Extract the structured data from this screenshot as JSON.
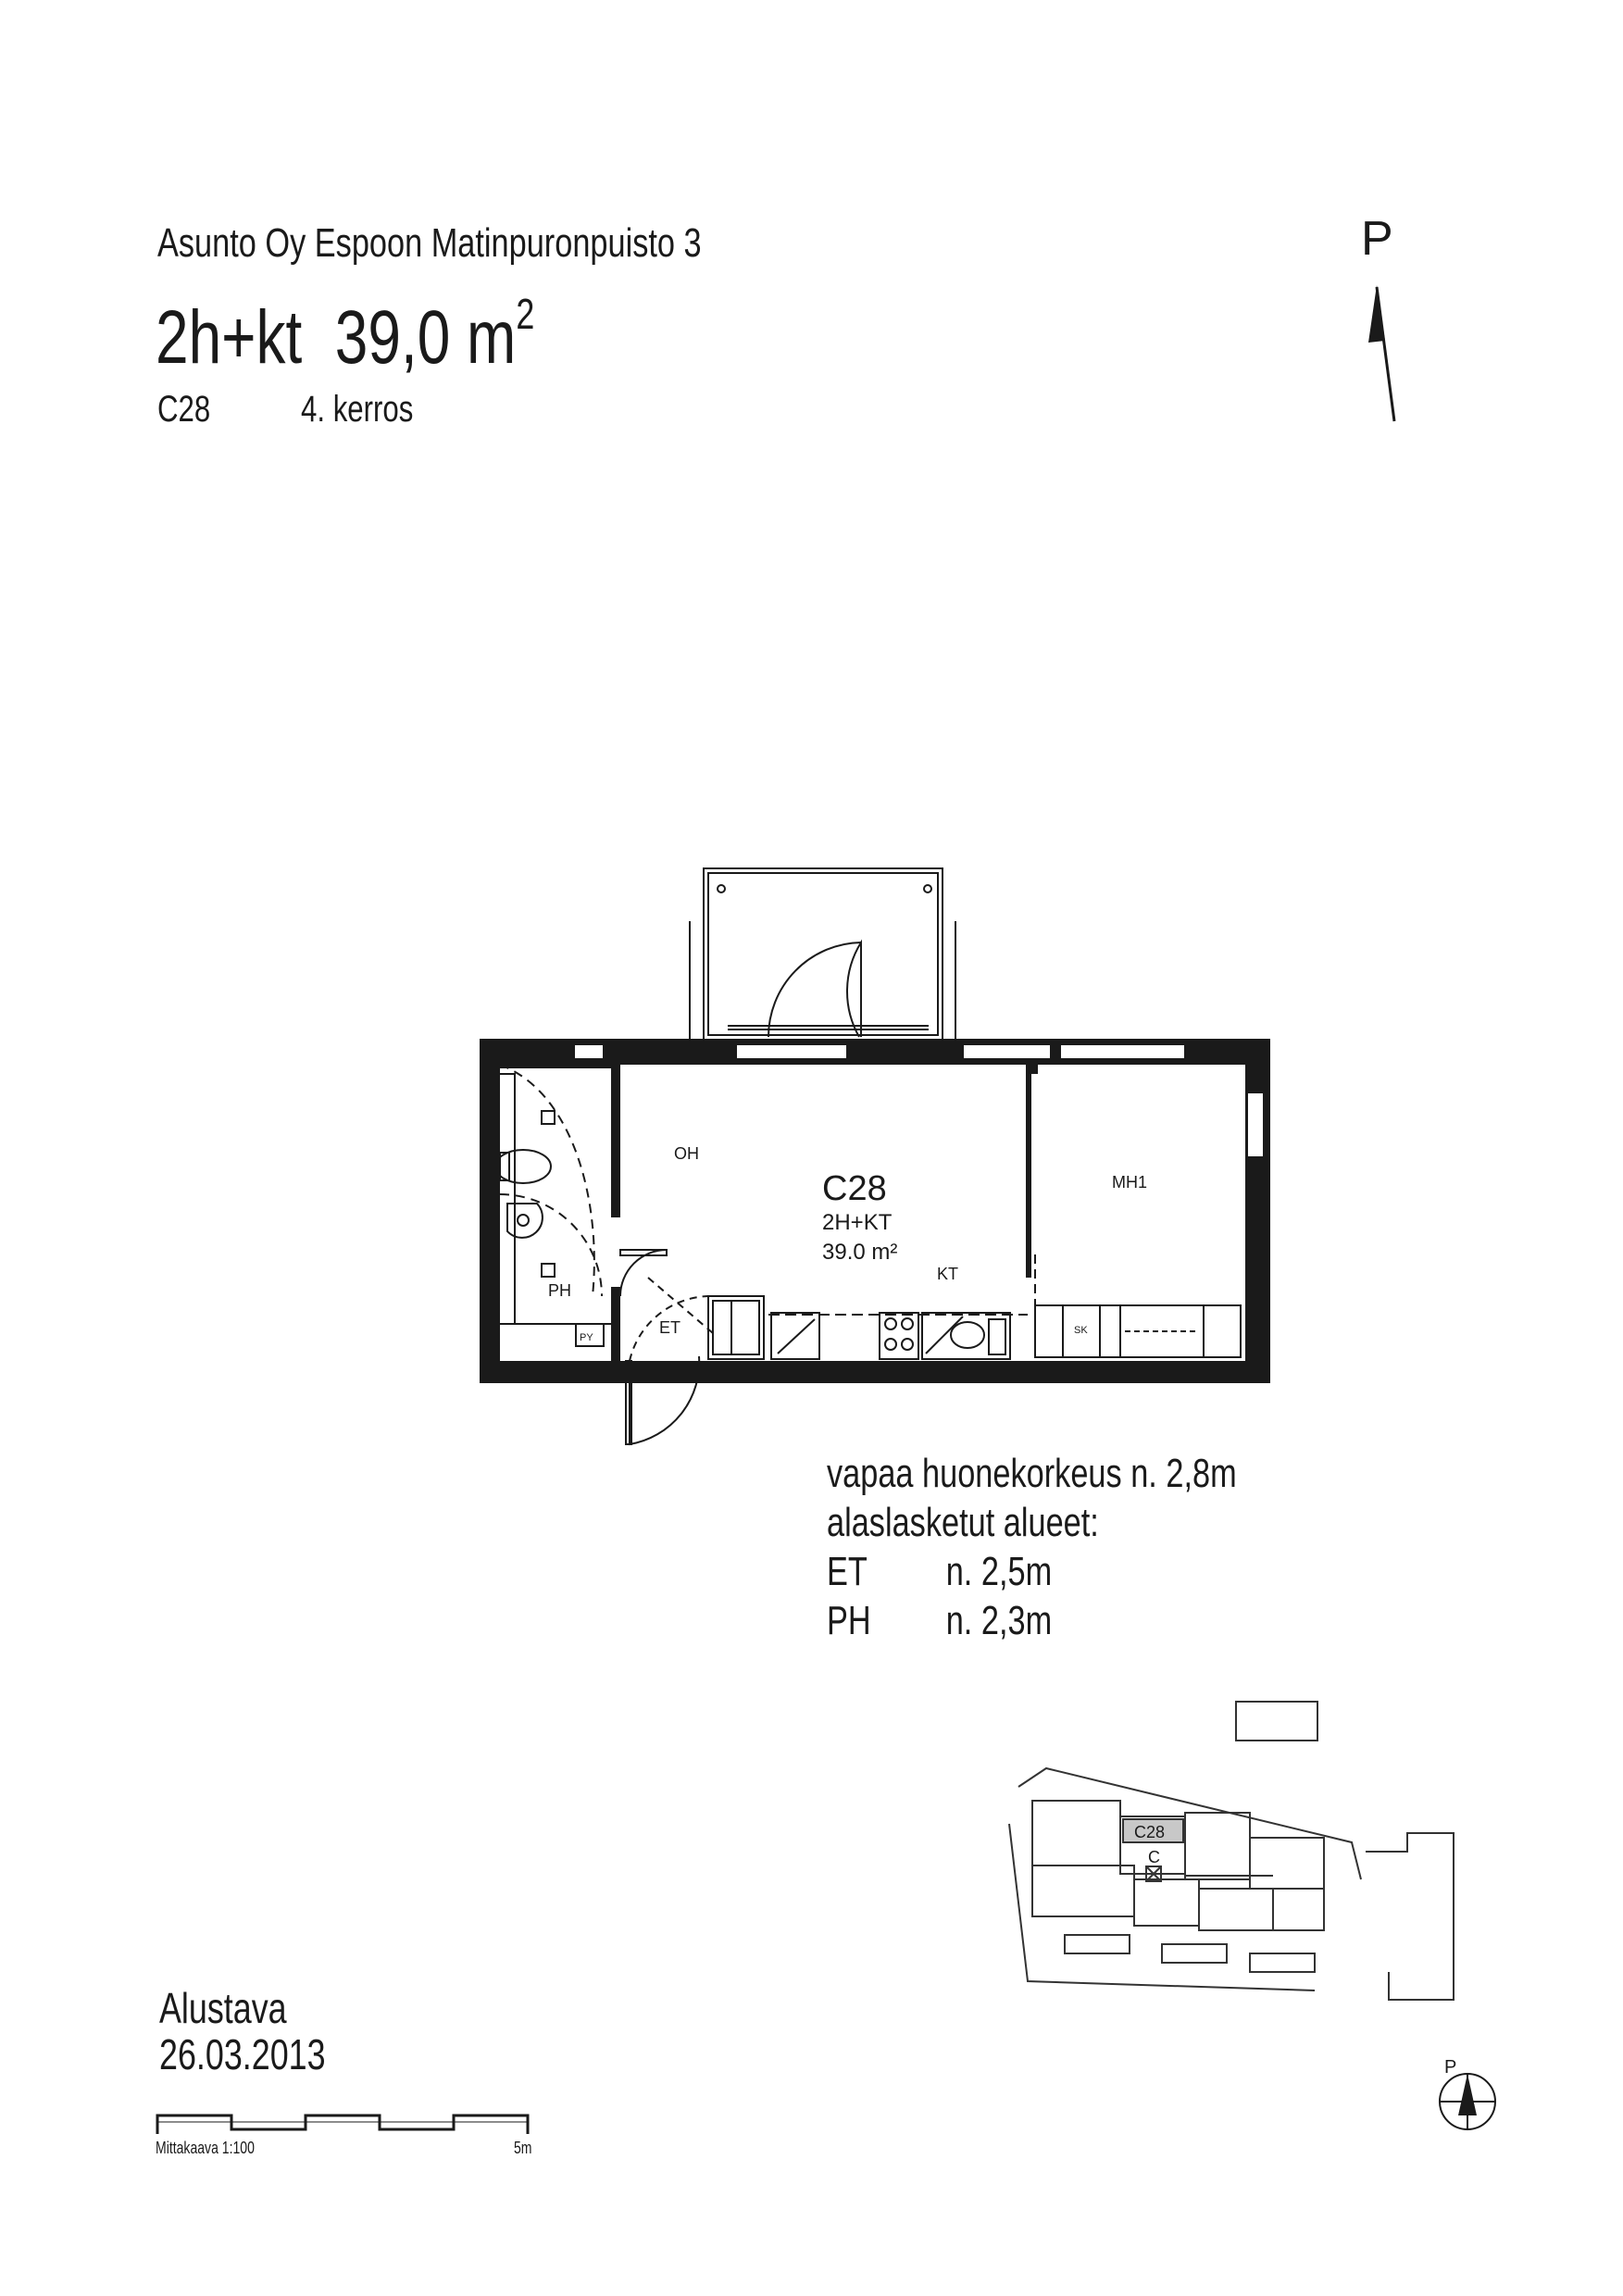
{
  "header": {
    "project": "Asunto Oy Espoon Matinpuronpuisto 3",
    "apartment_type": "2h+kt",
    "area": "39,0 m",
    "area_sup": "2",
    "apartment_code": "C28",
    "floor": "4. kerros"
  },
  "compass": {
    "north_label": "P"
  },
  "plan": {
    "rooms": {
      "oh": "OH",
      "mh1": "MH1",
      "kt": "KT",
      "ph": "PH",
      "et": "ET",
      "py": "PY",
      "sk": "SK"
    },
    "center_label": {
      "code": "C28",
      "type": "2H+KT",
      "area": "39.0  m²"
    }
  },
  "notes": {
    "ceiling_height_label": "vapaa huonekorkeus",
    "ceiling_height_value": "n. 2,8m",
    "lowered_label": "alaslasketut alueet:",
    "rows": [
      {
        "room": "ET",
        "value": "n. 2,5m"
      },
      {
        "room": "PH",
        "value": "n. 2,3m"
      }
    ]
  },
  "site_plan": {
    "highlight_label": "C28",
    "entrance_label": "C",
    "north_label": "P"
  },
  "footer": {
    "status": "Alustava",
    "date": "26.03.2013",
    "scale_label": "Mittakaava 1:100",
    "scale_end": "5m"
  }
}
